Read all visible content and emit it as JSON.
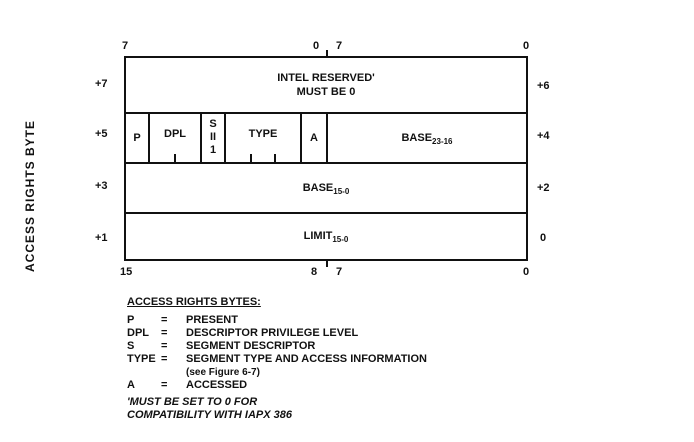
{
  "top_bits": {
    "b7_left": "7",
    "b0_mid": "0",
    "b7_mid": "7",
    "b0_right": "0"
  },
  "bottom_bits": {
    "b15": "15",
    "b8": "8",
    "b7": "7",
    "b0": "0"
  },
  "left_offsets": [
    "+7",
    "+5",
    "+3",
    "+1"
  ],
  "right_offsets": [
    "+6",
    "+4",
    "+2",
    "0"
  ],
  "side_label": "ACCESS RIGHTS BYTE",
  "rows": {
    "reserved_line1": "INTEL RESERVED'",
    "reserved_line2": "MUST BE 0",
    "p": "P",
    "dpl": "DPL",
    "s_top": "S",
    "s_mid": "II",
    "s_bot": "1",
    "type": "TYPE",
    "a": "A",
    "base_high": "BASE",
    "base_high_sub": "23-16",
    "base_low": "BASE",
    "base_low_sub": "15-0",
    "limit": "LIMIT",
    "limit_sub": "15-0"
  },
  "legend": {
    "title": "ACCESS RIGHTS BYTES:",
    "items": [
      {
        "key": "P",
        "eq": "=",
        "desc": "PRESENT"
      },
      {
        "key": "DPL",
        "eq": "=",
        "desc": "DESCRIPTOR PRIVILEGE LEVEL"
      },
      {
        "key": "S",
        "eq": "=",
        "desc": "SEGMENT DESCRIPTOR"
      },
      {
        "key": "TYPE",
        "eq": "=",
        "desc": "SEGMENT TYPE AND ACCESS INFORMATION"
      },
      {
        "key": "A",
        "eq": "=",
        "desc": "ACCESSED"
      }
    ],
    "type_sub": "(see Figure 6-7)",
    "note_line1": "'MUST BE SET TO 0 FOR",
    "note_line2": "COMPATIBILITY WITH IAPX 386"
  }
}
